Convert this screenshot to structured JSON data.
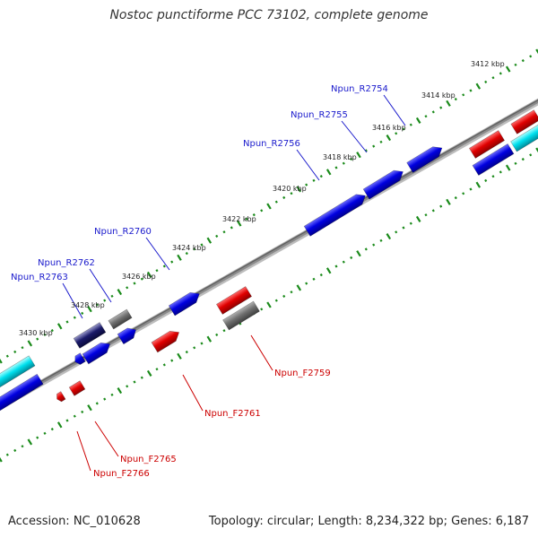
{
  "title": "Nostoc punctiforme PCC 73102, complete genome",
  "footer": {
    "accession": "Accession: NC_010628",
    "summary": "Topology: circular; Length: 8,234,322 bp; Genes: 6,187"
  },
  "colors": {
    "forward": "#e00000",
    "reverse": "#0000e0",
    "rna": "#00e0ee",
    "other": "#707070",
    "backbone": "#8a8a8a",
    "tick": "#1a8a1a",
    "reverse_label": "#1a1acc",
    "forward_label": "#cc0000"
  },
  "ticks": [
    {
      "label": "3412 kbp"
    },
    {
      "label": "3414 kbp"
    },
    {
      "label": "3416 kbp"
    },
    {
      "label": "3418 kbp"
    },
    {
      "label": "3420 kbp"
    },
    {
      "label": "3422 kbp"
    },
    {
      "label": "3424 kbp"
    },
    {
      "label": "3426 kbp"
    },
    {
      "label": "3428 kbp"
    },
    {
      "label": "3430 kbp"
    }
  ],
  "gene_labels": [
    {
      "text": "Npun_R2754",
      "strand": "reverse"
    },
    {
      "text": "Npun_R2755",
      "strand": "reverse"
    },
    {
      "text": "Npun_R2756",
      "strand": "reverse"
    },
    {
      "text": "Npun_R2760",
      "strand": "reverse"
    },
    {
      "text": "Npun_R2762",
      "strand": "reverse"
    },
    {
      "text": "Npun_R2763",
      "strand": "reverse"
    },
    {
      "text": "Npun_F2759",
      "strand": "forward"
    },
    {
      "text": "Npun_F2761",
      "strand": "forward"
    },
    {
      "text": "Npun_F2765",
      "strand": "forward"
    },
    {
      "text": "Npun_F2766",
      "strand": "forward"
    }
  ]
}
